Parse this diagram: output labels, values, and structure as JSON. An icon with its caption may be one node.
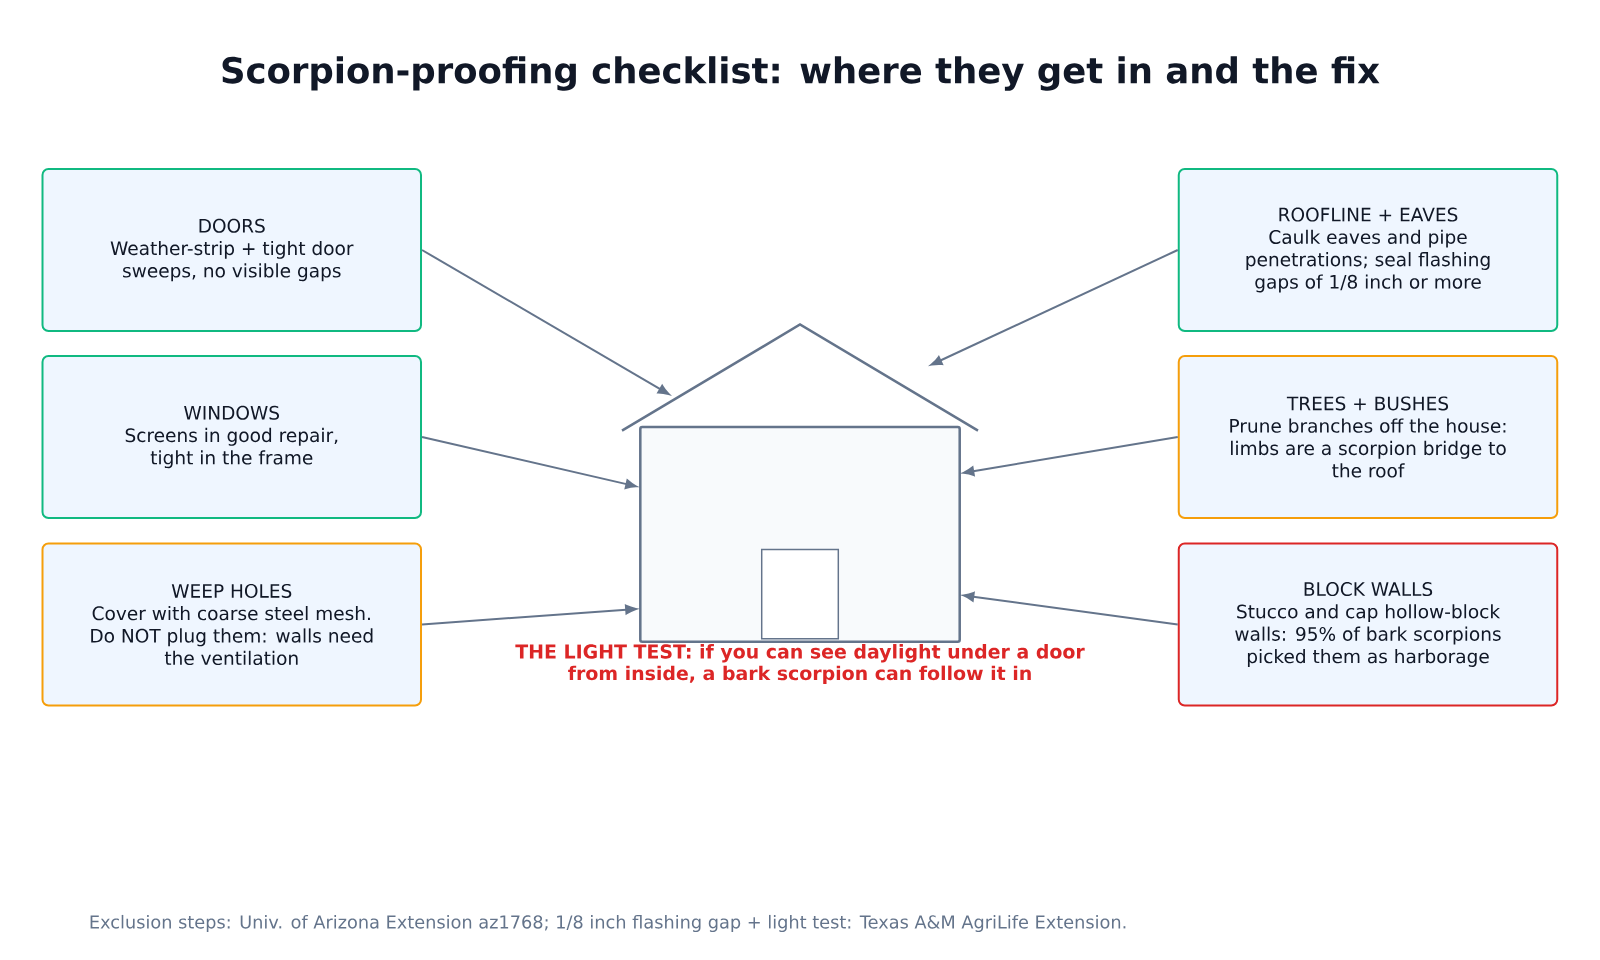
{
  "diagram": {
    "title": "Scorpion-proofing checklist: where they get in and the fix",
    "nodes": [
      {
        "text": [
          "DOORS",
          "Weather-strip + tight door sweeps, no visible gaps"
        ]
      },
      {
        "text": [
          "WINDOWS",
          "Screens in good repair, tight in the frame"
        ]
      },
      {
        "text": [
          "WEEP HOLES",
          "Cover with coarse steel mesh. Do NOT plug them: walls need the ventilation"
        ]
      },
      {
        "text": [
          "ROOFLINE + EAVES",
          "Caulk eaves and pipe penetrations; seal flashing gaps of 1/8 inch or more"
        ]
      },
      {
        "text": [
          "TREES + BUSHES",
          "Prune branches off the house: limbs are a scorpion bridge to the roof"
        ]
      },
      {
        "text": [
          "BLOCK WALLS",
          "Stucco and cap hollow-block walls: 95% of bark scorpions picked them as harborage"
        ]
      },
      {
        "text": [],
        "shape": "house",
        "beside": [
          "THE LIGHT TEST: if you can see daylight under a door from inside, a bark scorpion can follow it in"
        ]
      }
    ],
    "edges": [
      {
        "from": 0,
        "to": 6,
        "arrow": "to"
      },
      {
        "from": 1,
        "to": 6,
        "arrow": "to"
      },
      {
        "from": 2,
        "to": 6,
        "arrow": "to"
      },
      {
        "from": 3,
        "to": 6,
        "arrow": "to"
      },
      {
        "from": 4,
        "to": 6,
        "arrow": "to"
      },
      {
        "from": 5,
        "to": 6,
        "arrow": "to"
      }
    ],
    "labels": [
      "Exclusion steps: Univ. of Arizona Extension az1768; 1/8 inch flashing gap + light test: Texas A&M AgriLife Extension."
    ]
  }
}
